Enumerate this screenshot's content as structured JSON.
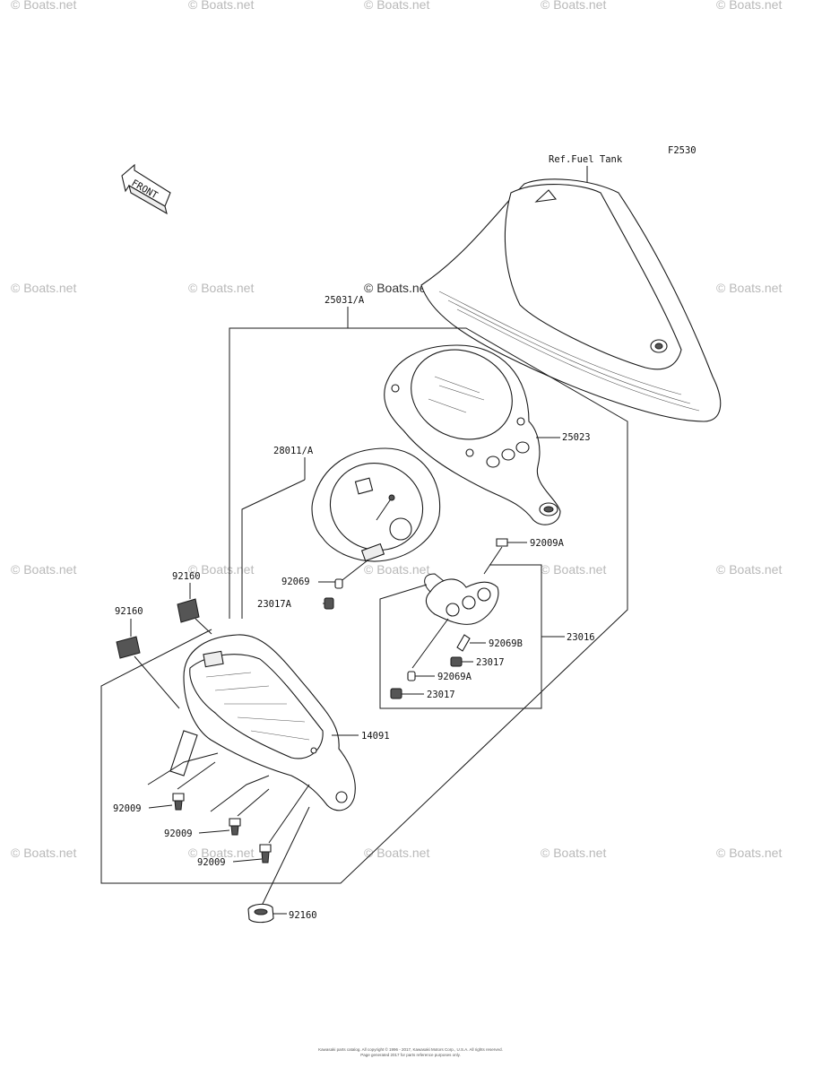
{
  "figure_code": "F2530",
  "reference_label": "Ref.Fuel Tank",
  "front_arrow_label": "FRONT",
  "watermark_text": "© Boats.net",
  "parts": {
    "p25031": "25031/A",
    "p25023": "25023",
    "p28011": "28011/A",
    "p92009A": "92009A",
    "p92069": "92069",
    "p23017A": "23017A",
    "p23016": "23016",
    "p92069B": "92069B",
    "p23017_a": "23017",
    "p92069A": "92069A",
    "p23017_b": "23017",
    "p92160_a": "92160",
    "p92160_b": "92160",
    "p14091": "14091",
    "p92009_a": "92009",
    "p92009_b": "92009",
    "p92009_c": "92009",
    "p92160_c": "92160"
  },
  "footer": {
    "line1": "Kawasaki parts catalog. All copyright © 1996 - 2017, Kawasaki Motors Corp., U.S.A. All rights reserved.",
    "line2": "Page generated 2017 for parts reference purposes only."
  }
}
